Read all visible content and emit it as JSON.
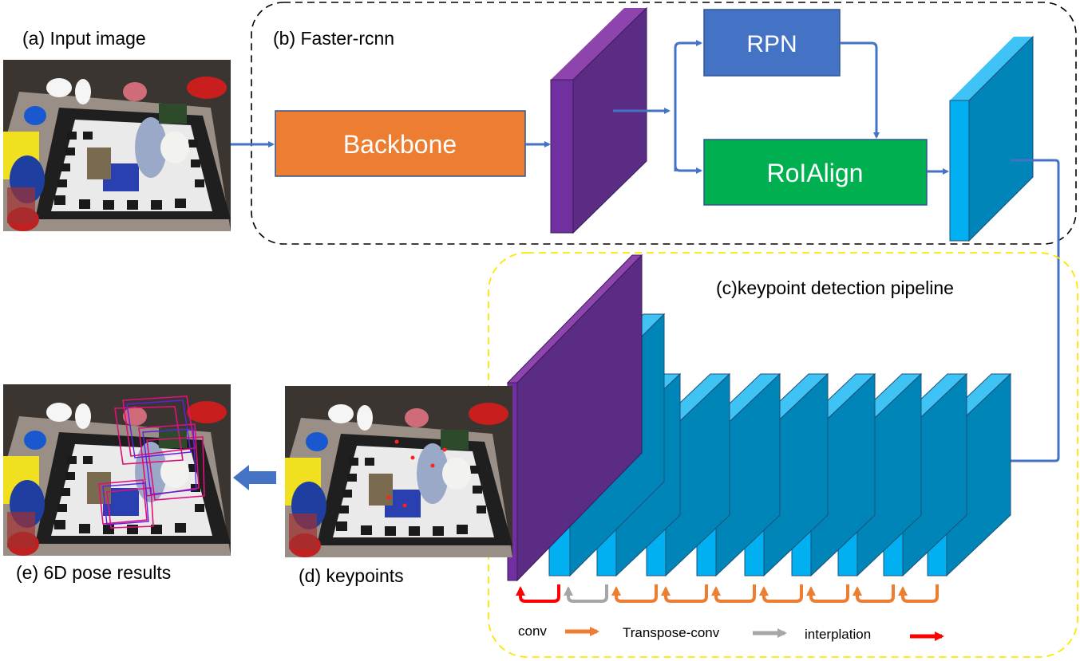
{
  "labels": {
    "input_image": "(a) Input image",
    "faster_rcnn": "(b) Faster-rcnn",
    "keypoint_pipeline": "(c)keypoint detection pipeline",
    "keypoints": "(d) keypoints",
    "pose_results": "(e) 6D pose results"
  },
  "blocks": {
    "backbone": "Backbone",
    "rpn": "RPN",
    "roialign": "RoIAlign"
  },
  "legend": {
    "conv": "conv",
    "transpose_conv": "Transpose-conv",
    "interpolation": "interplation"
  },
  "colors": {
    "backbone": "#ED7D31",
    "rpn": "#4472C4",
    "roialign": "#00B050",
    "feature_purple": "#5B2C83",
    "feature_blue": "#00B0F0",
    "arrow_blue": "#4472C4",
    "conv_arrow": "#ED7D31",
    "transpose_conv_arrow": "#A6A6A6",
    "interpolation_arrow": "#FF0000",
    "faster_rcnn_border": "#000000",
    "pipeline_border": "#FFE600"
  }
}
